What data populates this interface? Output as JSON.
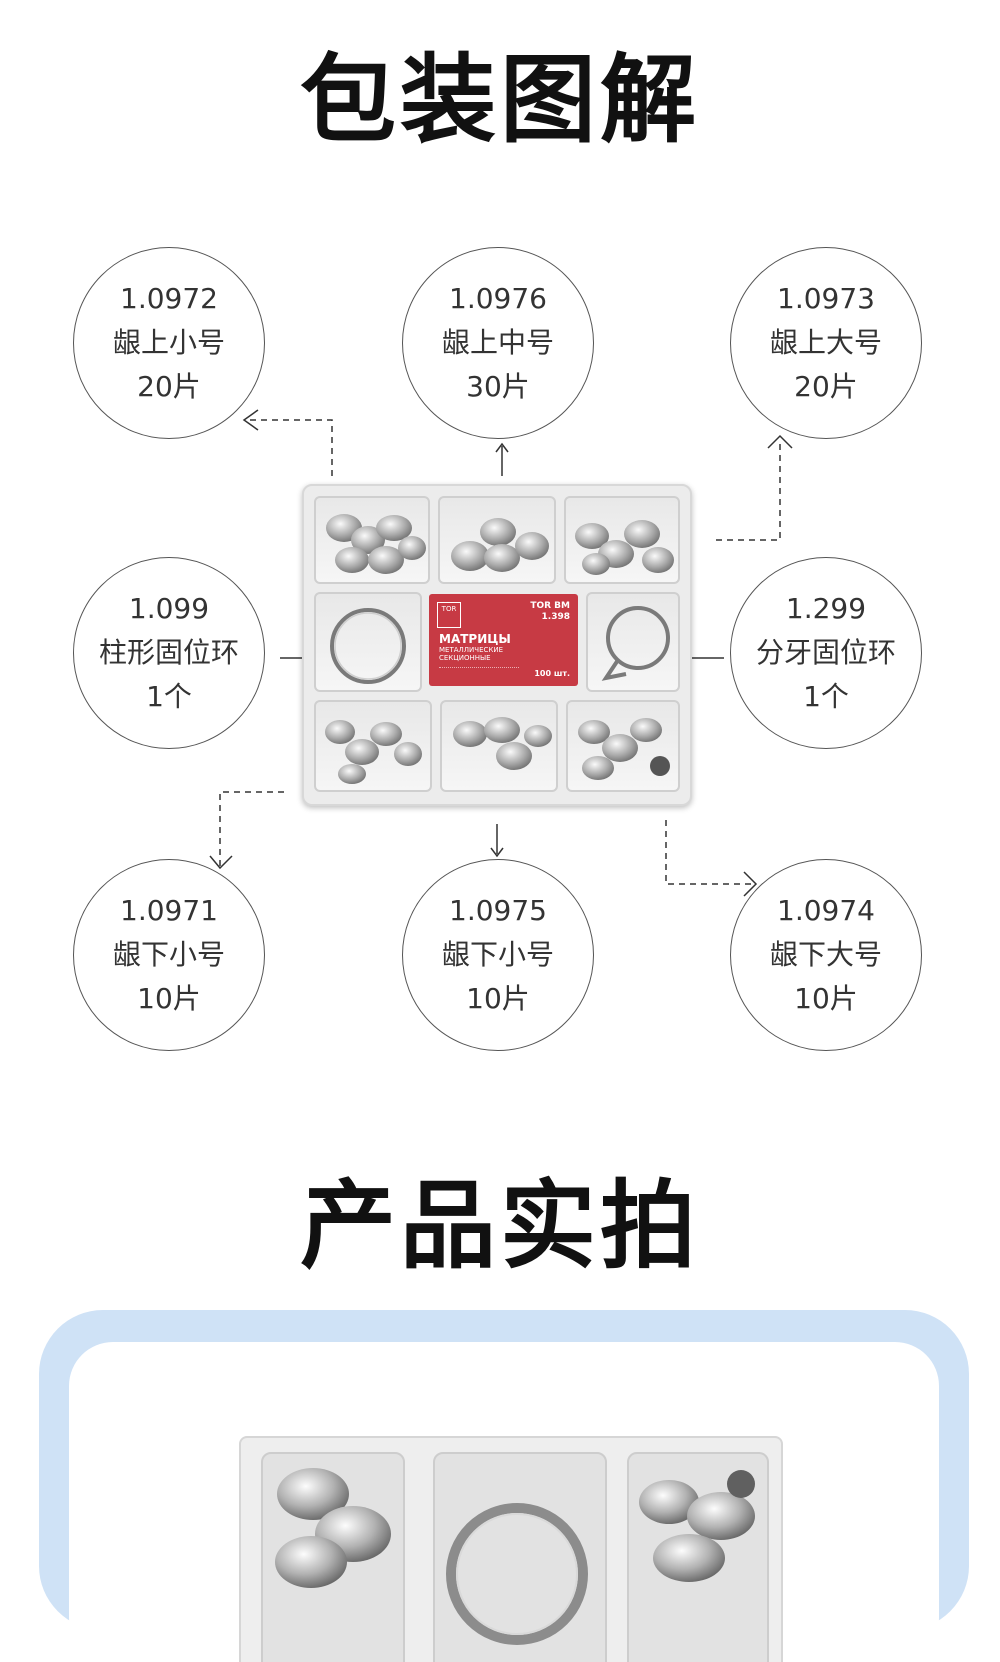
{
  "section1": {
    "title": "包装图解"
  },
  "section2": {
    "title": "产品实拍"
  },
  "items": [
    {
      "code": "1.0972",
      "name": "龈上小号",
      "qty": "20片"
    },
    {
      "code": "1.0976",
      "name": "龈上中号",
      "qty": "30片"
    },
    {
      "code": "1.0973",
      "name": "龈上大号",
      "qty": "20片"
    },
    {
      "code": "1.099",
      "name": "柱形固位环",
      "qty": "1个"
    },
    {
      "code": "1.299",
      "name": "分牙固位环",
      "qty": "1个"
    },
    {
      "code": "1.0971",
      "name": "龈下小号",
      "qty": "10片"
    },
    {
      "code": "1.0975",
      "name": "龈下小号",
      "qty": "10片"
    },
    {
      "code": "1.0974",
      "name": "龈下大号",
      "qty": "10片"
    }
  ],
  "package_label": {
    "logo": "TOR",
    "brand": "TOR ВМ",
    "model": "1.398",
    "title": "МАТРИЦЫ",
    "subtitle_1": "МЕТАЛЛИЧЕСКИЕ",
    "subtitle_2": "СЕКЦИОННЫЕ",
    "count": "100 шт."
  },
  "colors": {
    "label_red": "#c73a44",
    "frame_blue": "#cfe2f6"
  }
}
